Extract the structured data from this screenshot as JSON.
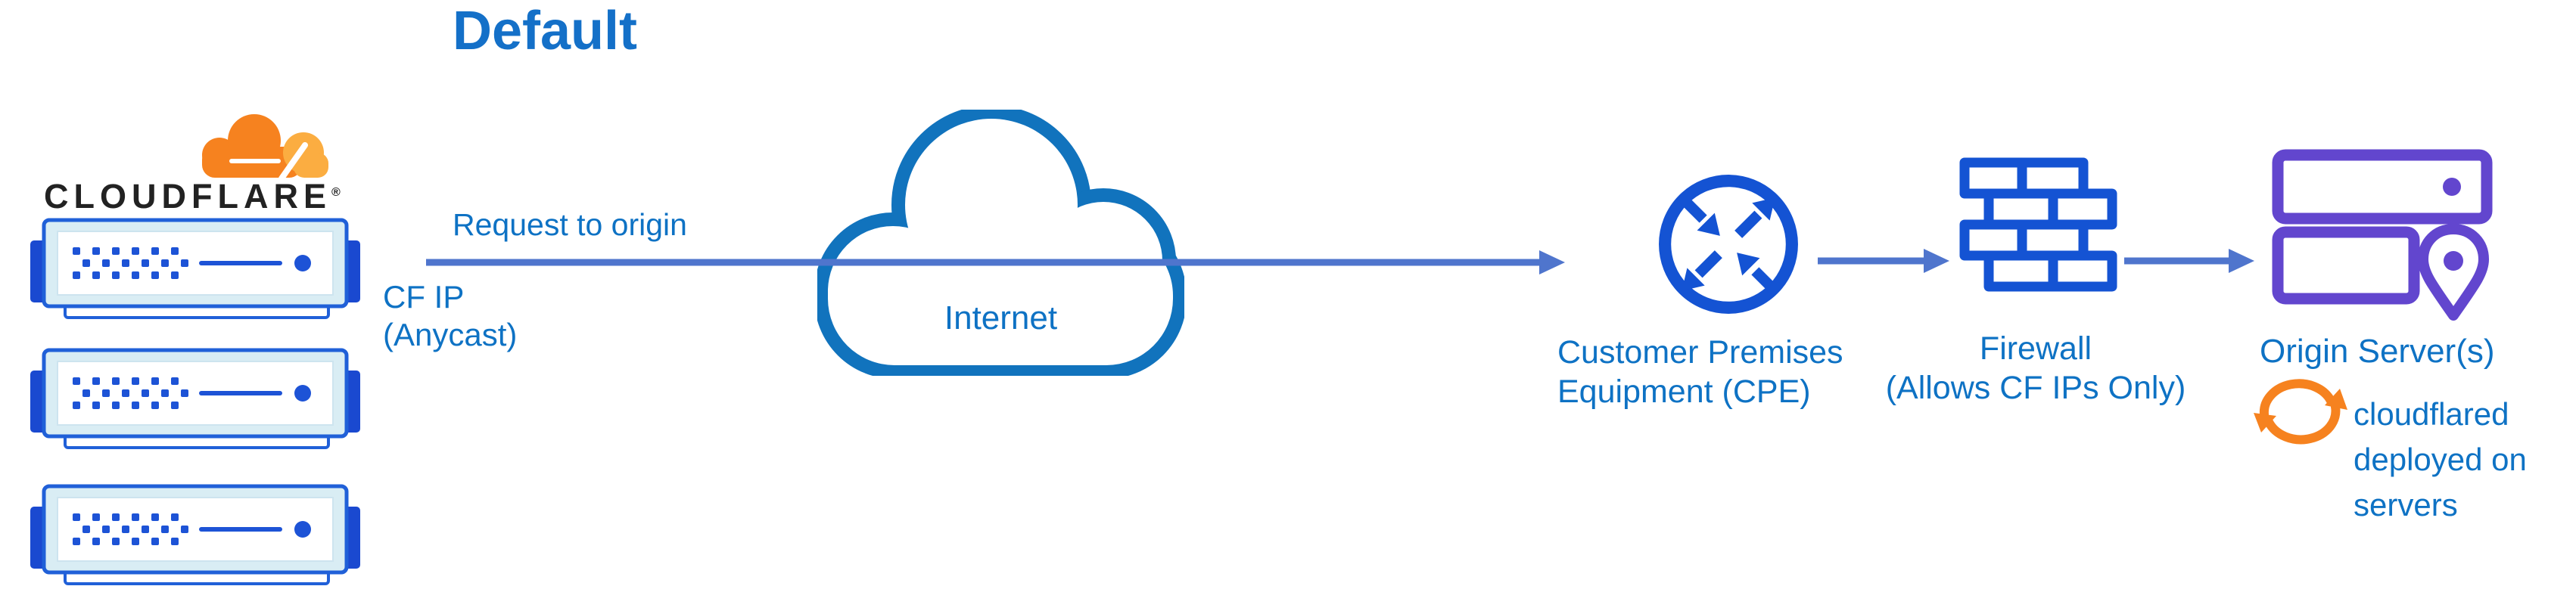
{
  "diagram": {
    "title": "Default",
    "cloudflare": {
      "wordmark": "CLOUDFLARE",
      "registered": "®"
    },
    "request_arrow": {
      "label": "Request to origin"
    },
    "cf_ip": {
      "line1": "CF IP",
      "line2": "(Anycast)"
    },
    "internet": {
      "label": "Internet"
    },
    "cpe": {
      "line1": "Customer Premises",
      "line2": "Equipment (CPE)"
    },
    "firewall": {
      "line1": "Firewall",
      "line2": "(Allows CF IPs Only)"
    },
    "origin": {
      "label": "Origin Server(s)"
    },
    "cloudflared": {
      "line1": "cloudflared",
      "line2": "deployed on",
      "line3": "servers"
    }
  },
  "icons": [
    "cloudflare-cloud-icon",
    "edge-server-icon",
    "internet-cloud-icon",
    "cpe-router-icon",
    "firewall-bricks-icon",
    "origin-servers-icon",
    "location-pin-icon",
    "sync-arrows-icon",
    "arrow-right-icon"
  ],
  "colors": {
    "label_blue": "#0e72c4",
    "title_blue": "#1470c8",
    "outline_blue": "#1173bd",
    "icon_blue": "#1453d3",
    "server_border_blue": "#2060d8",
    "dot_blue": "#1d53d6",
    "tab_blue": "#1a49d0",
    "pale_cyan": "#d9edf4",
    "arrow_blue": "#4f75cd",
    "orange": "#f6821f",
    "orange_light": "#fbad41",
    "purple": "#6246ce",
    "wordmark_dark": "#222222",
    "background": "#ffffff"
  }
}
